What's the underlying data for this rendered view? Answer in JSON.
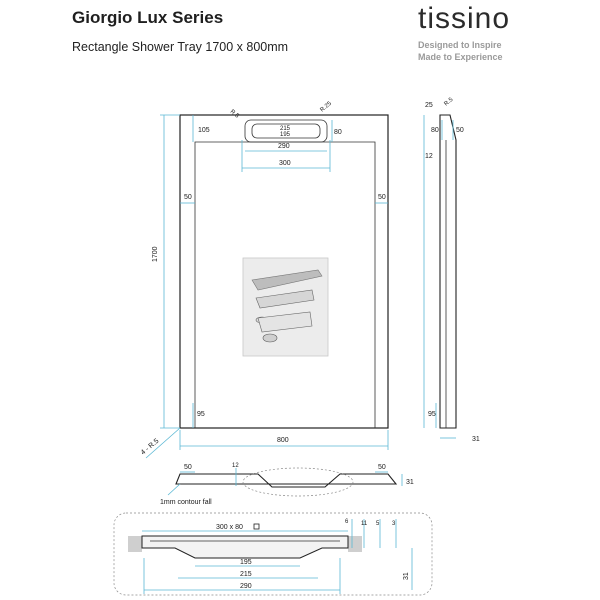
{
  "header": {
    "title": "Giorgio Lux Series",
    "subtitle": "Rectangle Shower Tray 1700 x 800mm"
  },
  "brand": {
    "name": "tissino",
    "tagline_1": "Designed to Inspire",
    "tagline_2": "Made to Experience"
  },
  "plan_view": {
    "length": "1700",
    "width": "800",
    "top_border": "105",
    "side_left": "50",
    "side_right": "50",
    "bottom_left": "95",
    "corner_radius": "4 - R.5",
    "drain_width_outer": "300",
    "drain_width_inner": "290",
    "drain_grate_1": "215",
    "drain_grate_2": "195",
    "drain_depth": "80",
    "corner_r_left": "R.5",
    "corner_r_right": "R.25"
  },
  "side_view": {
    "top_offset": "25",
    "radius": "R.5",
    "drain_depth_1": "80",
    "drain_depth_2": "50",
    "lip": "12",
    "bottom_offset": "95",
    "thickness": "31"
  },
  "front_section": {
    "left": "50",
    "right": "50",
    "center": "12",
    "thickness": "31",
    "note": "1mm contour fall"
  },
  "drain_detail": {
    "size_label": "300 x 80",
    "d1": "6",
    "d2": "11",
    "d3": "5",
    "d4": "3",
    "w1": "195",
    "w2": "215",
    "w3": "290",
    "height": "31"
  },
  "colors": {
    "dimension_line": "#5ab8d4",
    "outline": "#222222",
    "brand_tag": "#9a9a9a"
  }
}
